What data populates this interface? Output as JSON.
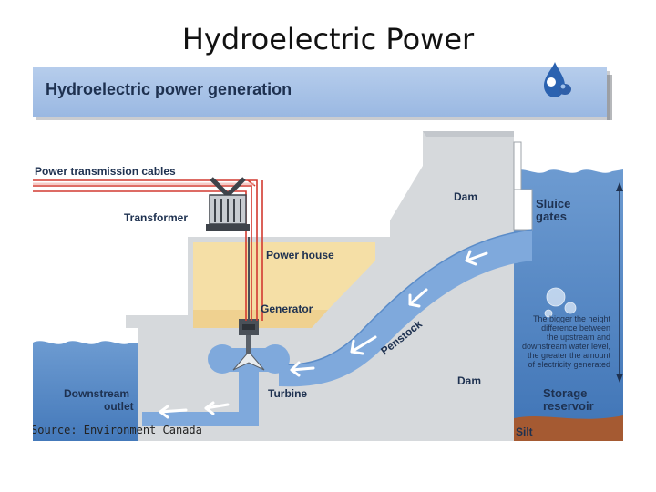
{
  "slide": {
    "title": "Hydroelectric Power"
  },
  "diagram": {
    "banner_title": "Hydroelectric power generation",
    "labels": {
      "cables": "Power transmission cables",
      "transformer": "Transformer",
      "power_house": "Power house",
      "generator": "Generator",
      "dam_top": "Dam",
      "dam_bottom": "Dam",
      "sluice_1": "Sluice",
      "sluice_2": "gates",
      "penstock": "Penstock",
      "turbine": "Turbine",
      "downstream_1": "Downstream",
      "downstream_2": "outlet",
      "storage_1": "Storage",
      "storage_2": "reservoir",
      "silt": "Silt"
    },
    "note_lines": [
      "The bigger the height",
      "difference between",
      "the upstream and",
      "downstream water level,",
      "the greater the amount",
      "of electricity generated"
    ],
    "source": "Source: Environment Canada",
    "colors": {
      "banner": "#a9c4e8",
      "water": "#4f86c4",
      "water_light": "#9bbde3",
      "dam": "#d6d9dc",
      "power_house": "#f5dfa6",
      "cable": "#d23a30",
      "silt": "#a55a32",
      "text": "#1e3150"
    }
  }
}
